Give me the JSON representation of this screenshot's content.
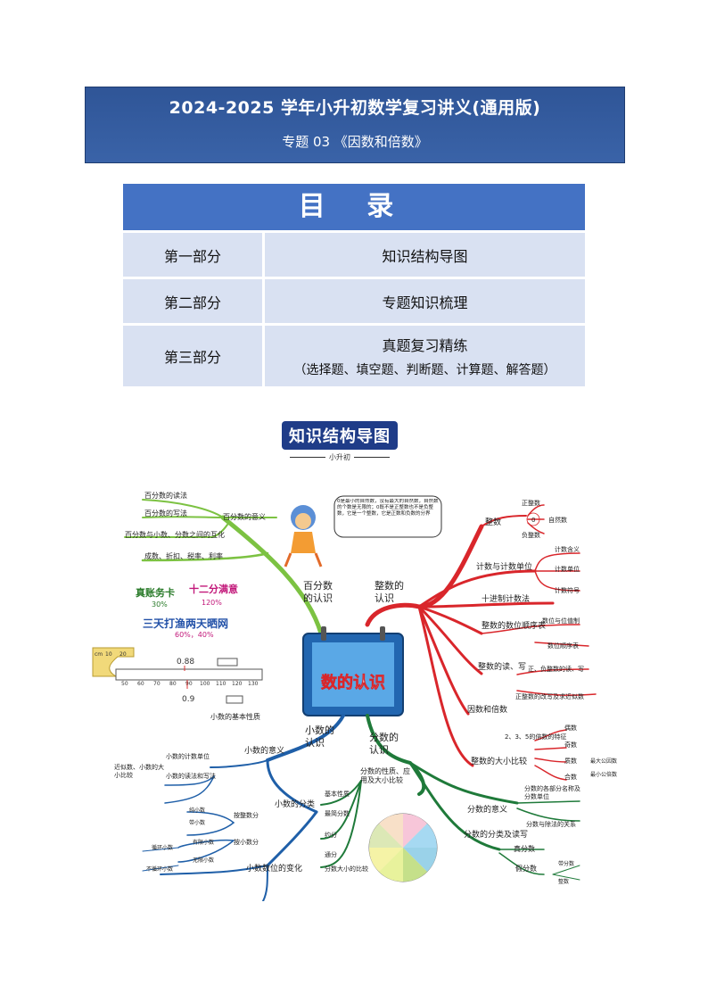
{
  "header": {
    "line1": "2024-2025 学年小升初数学复习讲义(通用版)",
    "line2": "专题 03 《因数和倍数》"
  },
  "toc": {
    "title": "目 录",
    "rows": [
      {
        "part": "第一部分",
        "name": "知识结构导图",
        "sub": ""
      },
      {
        "part": "第二部分",
        "name": "专题知识梳理",
        "sub": ""
      },
      {
        "part": "第三部分",
        "name": "真题复习精练",
        "sub": "（选择题、填空题、判断题、计算题、解答题）"
      }
    ]
  },
  "mindmap": {
    "title": "知识结构导图",
    "subtitle": "小升初",
    "center": "数的认识",
    "speech": "0是最小的自然数，没有最大的自然数，自然数的个数是无限的；0既不是正整数也不是负整数，它是一个整数，它是正数和负数的分界",
    "branches": {
      "percent": {
        "label": "百分数的认识",
        "items": [
          "百分数的读法",
          "百分数的写法",
          "百分数的意义",
          "百分数与小数、分数之间的互化",
          "成数、折扣、税率、利率"
        ],
        "sign1": "真账务卡",
        "sign1b": "30%",
        "sign2": "十二分满意",
        "sign2b": "120%",
        "sign3": "三天打渔两天晒网",
        "sign3b": "60%，40%"
      },
      "integer": {
        "label": "整数的认识",
        "items": [
          "整数",
          "正整数",
          "0",
          "自然数",
          "负整数",
          "计数与计数单位",
          "计数含义",
          "计数单位",
          "计数符号",
          "十进制计数法",
          "整数的数位顺序表",
          "数位与位值制",
          "数位顺序表",
          "整数的读、写",
          "正、负整数的读、写",
          "正整数的改写及求近似数",
          "因数和倍数",
          "2、3、5的倍数的特征",
          "偶数",
          "奇数",
          "质数",
          "合数",
          "最大公因数",
          "最小公倍数",
          "整数的大小比较"
        ]
      },
      "decimal": {
        "label": "小数的认识",
        "items": [
          "小数的基本性质",
          "小数的意义",
          "小数的计数单位",
          "小数的读法和写法",
          "近似数、小数的大小比较",
          "小数的分类",
          "按整数分",
          "纯小数",
          "带小数",
          "按小数分",
          "有限小数",
          "无限小数",
          "循环小数",
          "不循环小数",
          "小数数位的变化"
        ]
      },
      "fraction": {
        "label": "分数的认识",
        "items": [
          "分数的性质、应用及大小比较",
          "基本性质",
          "最简分数",
          "约分",
          "通分",
          "分数大小的比较",
          "分数的意义",
          "分数的各部分名称及分数单位",
          "分数与除法的关系",
          "分数的分类及读写",
          "真分数",
          "假分数",
          "带分数",
          "整数"
        ]
      }
    },
    "ruler": {
      "marks": [
        "0.88",
        "0.9"
      ],
      "ticks": [
        "50",
        "60",
        "70",
        "80",
        "90",
        "100",
        "110",
        "120",
        "130"
      ],
      "tape": [
        "cm",
        "10",
        "20"
      ]
    },
    "colors": {
      "percent": "#7cc242",
      "integer": "#d9262b",
      "decimal": "#1f5fa8",
      "fraction": "#1f7a3a"
    }
  }
}
